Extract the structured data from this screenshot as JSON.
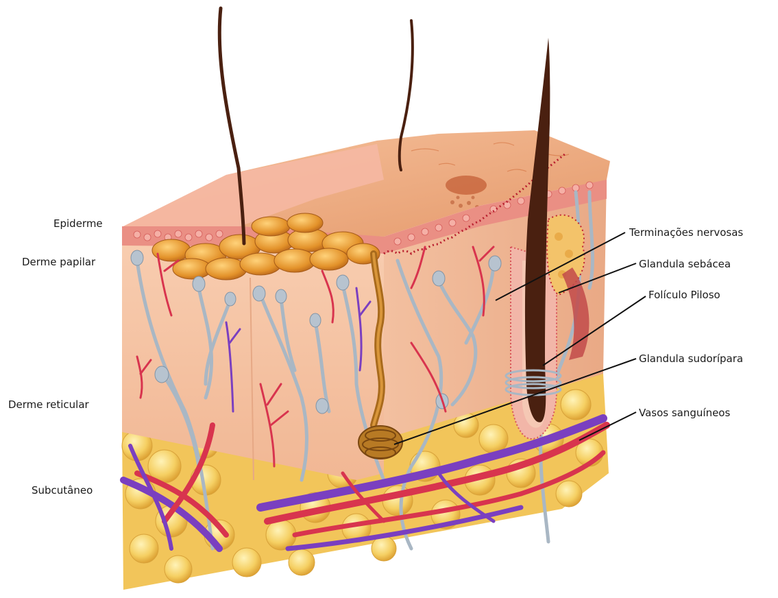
{
  "labels": {
    "epiderme": "Epiderme",
    "derme_papilar": "Derme papilar",
    "derme_reticular": "Derme reticular",
    "subcutaneo": "Subcutâneo",
    "terminacoes_nervosas": "Terminações nervosas",
    "glandula_sebacea": "Glandula sebácea",
    "foliculo_piloso": "Folículo Piloso",
    "glandula_sudoripara": "Glandula sudorípara",
    "vasos_sanguineos": "Vasos sanguíneos"
  },
  "colors": {
    "epidermis_top": "#f3b995",
    "epidermis_cells": "#e9958c",
    "dermis": "#f6c7a8",
    "dermis_side": "#efb896",
    "fat": "#f4d16a",
    "fat_shadow": "#e0aa3a",
    "artery": "#d8344e",
    "vein": "#7a3fc0",
    "nerve": "#a9b7c4",
    "hair": "#4a2010",
    "sweat_gland": "#a86a1c",
    "leader_line": "#111111"
  }
}
